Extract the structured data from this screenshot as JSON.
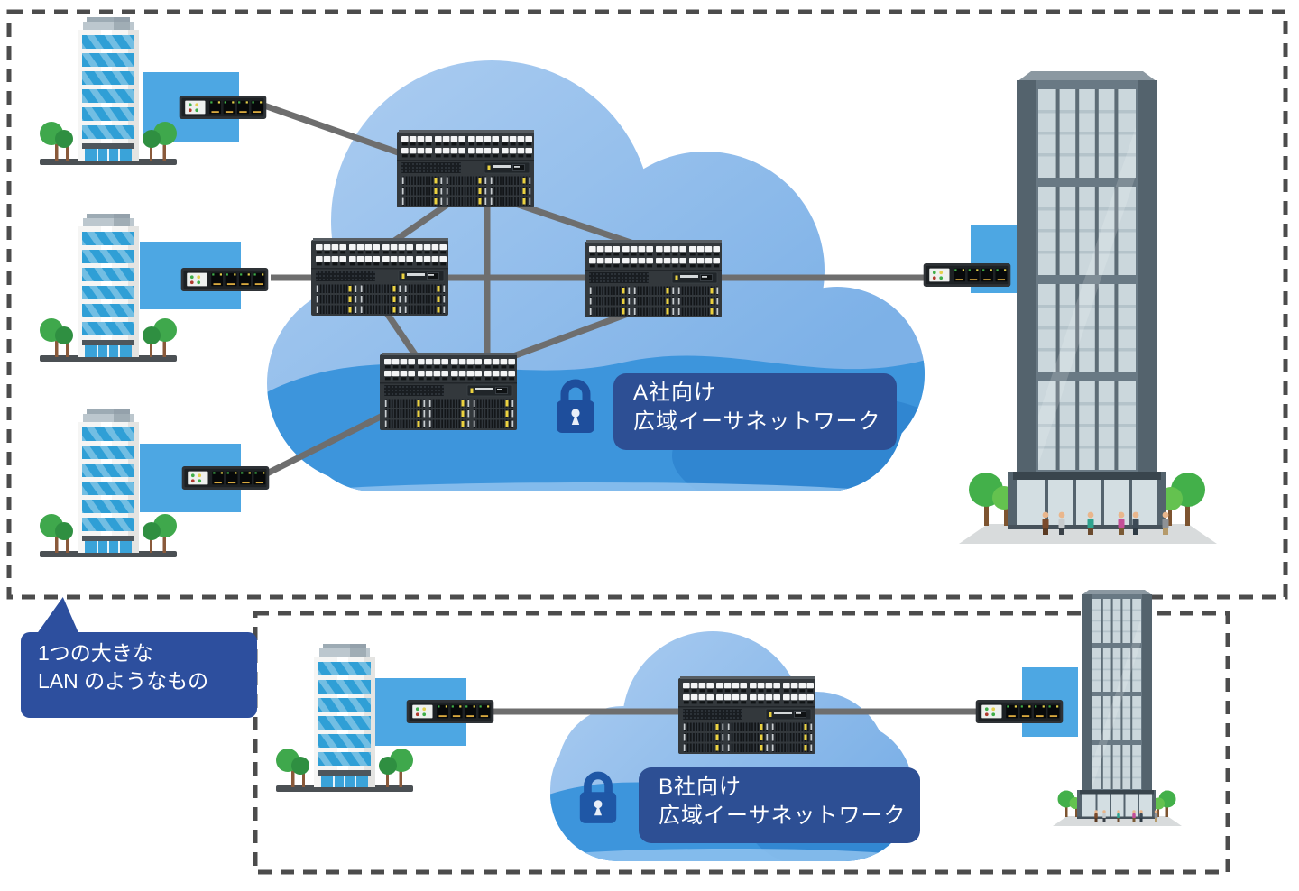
{
  "section_a": {
    "label": {
      "icon": "lock-icon",
      "line1": "A社向け",
      "line2": "広域イーサネットワーク",
      "bg": "#2d4f94",
      "lock_color": "#1e4e9c"
    },
    "counts": {
      "branch_offices": 3,
      "core_devices": 4,
      "edge_switches": 4,
      "headquarters": 1
    }
  },
  "section_b": {
    "label": {
      "icon": "lock-icon",
      "line1": "B社向け",
      "line2": "広域イーサネットワーク",
      "bg": "#2d4f94",
      "lock_color": "#1f57a6"
    },
    "counts": {
      "branch_offices": 1,
      "core_devices": 1,
      "edge_switches": 2,
      "headquarters": 1
    }
  },
  "callout": {
    "line1": "1つの大きな",
    "line2": "LAN のようなもの",
    "bg": "#2d4f9e",
    "pointer": "top-left-arrow"
  },
  "colors": {
    "cloud_light": "#a9cbf0",
    "cloud_mid": "#7db1e7",
    "cloud_deep": "#3d95dc",
    "cloud_shadow": "#2273c4",
    "cloud_rim": "#8fc2ef",
    "cable": "#6e6e6e",
    "dashed_border": "#4c4c4c",
    "blue_panel": "#4da7e3",
    "device_led_yellow": "#ecd23f",
    "switch_led_green": "#3fae49",
    "switch_led_amber": "#e3cf4b",
    "switch_led_red": "#b03a2e"
  }
}
